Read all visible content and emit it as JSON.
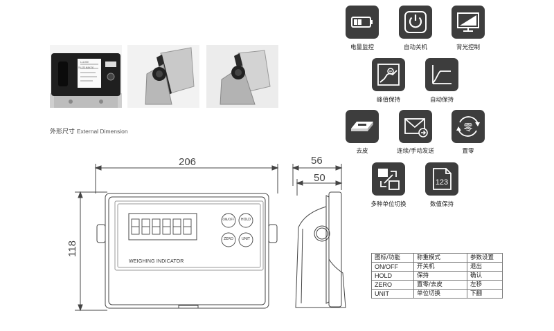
{
  "icons": [
    {
      "id": "battery",
      "label": "电量监控",
      "icon": "battery-icon"
    },
    {
      "id": "power",
      "label": "自动关机",
      "icon": "power-icon"
    },
    {
      "id": "backlight",
      "label": "背光控制",
      "icon": "monitor-icon"
    },
    {
      "id": "peak",
      "label": "峰值保持",
      "icon": "peak-chart-icon"
    },
    {
      "id": "autohold",
      "label": "自动保持",
      "icon": "hold-curve-icon"
    },
    {
      "id": "tare",
      "label": "去皮",
      "icon": "scale-icon"
    },
    {
      "id": "send",
      "label": "连续/手动发送",
      "icon": "mail-send-icon"
    },
    {
      "id": "zero",
      "label": "置零",
      "icon": "zero-icon"
    },
    {
      "id": "units",
      "label": "多种单位切换",
      "icon": "unit-switch-icon"
    },
    {
      "id": "data",
      "label": "数值保持",
      "icon": "data-hold-icon"
    }
  ],
  "external_dimension": {
    "title_cn": "外形尺寸",
    "title_en": "External Dimension"
  },
  "front_view": {
    "width": "206",
    "height": "118",
    "panel_label": "WEIGHING INDICATOR",
    "buttons": [
      "ON/OFF",
      "HOLD",
      "ZERO",
      "UNIT"
    ]
  },
  "side_view": {
    "depth_total": "56",
    "depth_body": "50"
  },
  "function_table": {
    "headers": [
      "图标/功能",
      "称重模式",
      "参数设置"
    ],
    "rows": [
      [
        "ON/OFF",
        "开关机",
        "退出"
      ],
      [
        "HOLD",
        "保持",
        "确认"
      ],
      [
        "ZERO",
        "置零/去皮",
        "左移"
      ],
      [
        "UNIT",
        "单位切换",
        "下翻"
      ]
    ]
  },
  "photo_label": {
    "line1": "LLL000",
    "line2": "00-123 MAX 30"
  }
}
